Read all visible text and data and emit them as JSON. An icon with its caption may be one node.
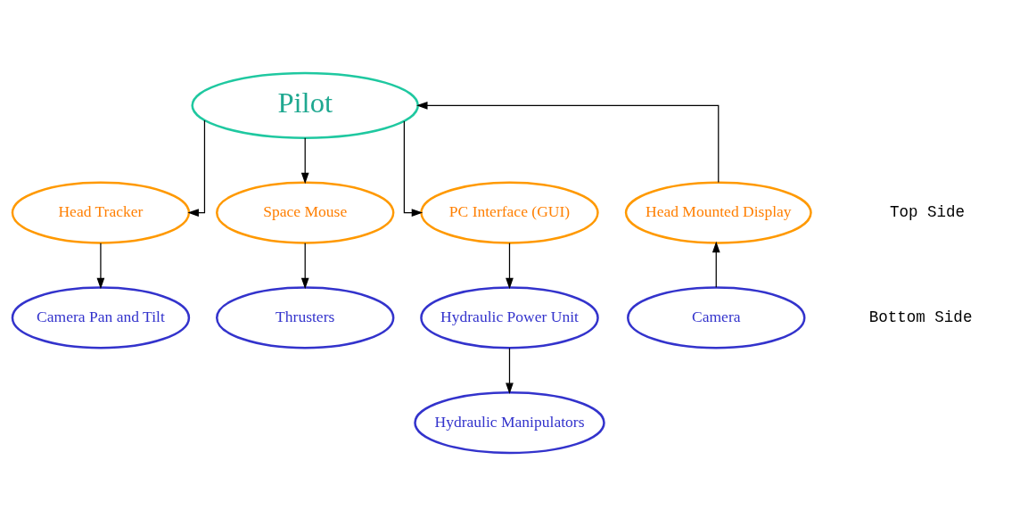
{
  "diagram": {
    "nodes": [
      {
        "text": [
          "Pilot"
        ]
      },
      {
        "text": [
          "Head Tracker"
        ]
      },
      {
        "text": [
          "Head Mounted Display"
        ]
      },
      {
        "text": [
          "Space Mouse"
        ]
      },
      {
        "text": [
          "PC Interface (GUI)"
        ]
      },
      {
        "text": [
          "Camera Pan and Tilt"
        ]
      },
      {
        "text": [
          "Camera"
        ]
      },
      {
        "text": [
          "Thrusters"
        ]
      },
      {
        "text": [
          "Hydraulic Power Unit"
        ]
      },
      {
        "text": [
          "Hydraulic Manipulators"
        ]
      }
    ],
    "edges": [
      {
        "from": 0,
        "to": 1,
        "arrow": "to"
      },
      {
        "from": 2,
        "to": 0,
        "arrow": "to"
      },
      {
        "from": 0,
        "to": 3,
        "arrow": "to"
      },
      {
        "from": 0,
        "to": 4,
        "arrow": "to"
      },
      {
        "from": 1,
        "to": 5,
        "arrow": "to"
      },
      {
        "from": 6,
        "to": 2,
        "arrow": "to"
      },
      {
        "from": 3,
        "to": 7,
        "arrow": "to"
      },
      {
        "from": 4,
        "to": 8,
        "arrow": "to"
      },
      {
        "from": 8,
        "to": 9,
        "arrow": "to"
      }
    ],
    "labels": [
      "Top Side",
      "Bottom Side"
    ]
  }
}
